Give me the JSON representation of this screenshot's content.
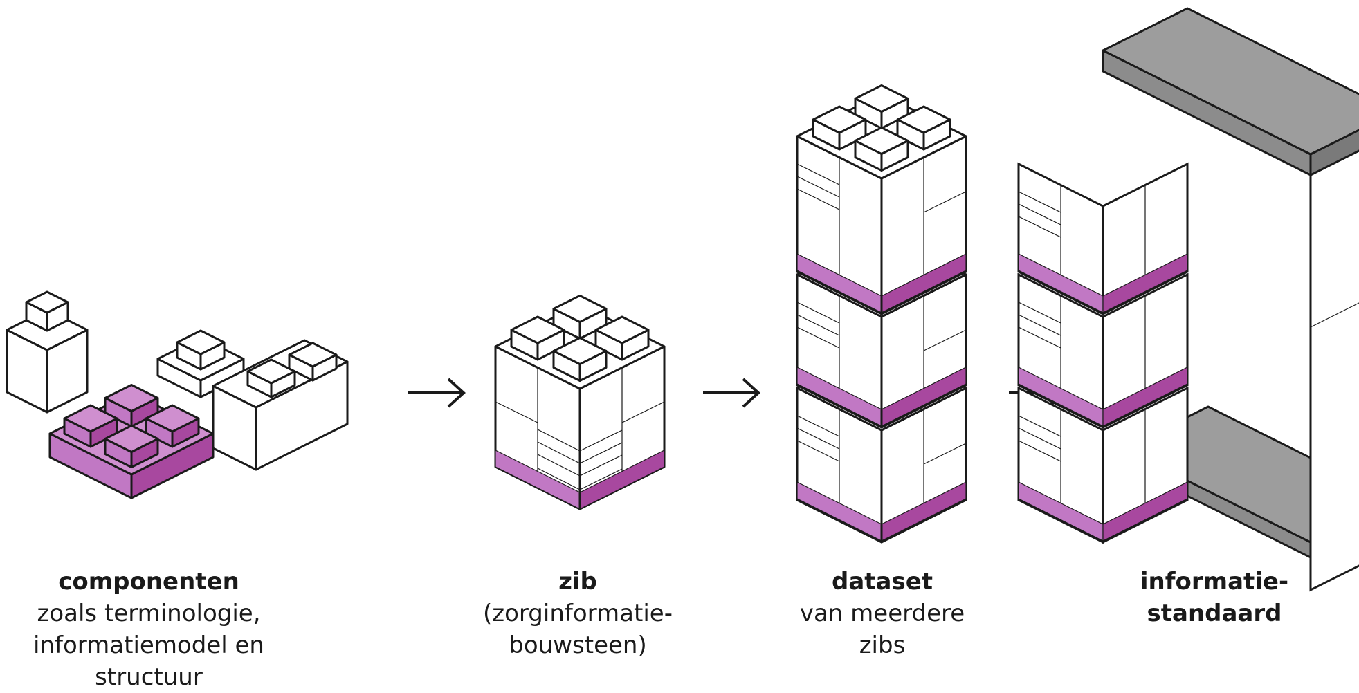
{
  "colors": {
    "stroke": "#1a1a1a",
    "face_top": "#ffffff",
    "face_left": "#ffffff",
    "face_right": "#ffffff",
    "accent_top": "#cf8fcf",
    "accent_left": "#c178c4",
    "accent_right": "#a8489f",
    "grey_top": "#9d9d9d",
    "grey_left": "#8c8c8c",
    "grey_right": "#7a7a7a"
  },
  "stages": [
    {
      "title": "componenten",
      "lines": [
        "zoals terminologie,",
        "informatiemodel en structuur"
      ]
    },
    {
      "title": "zib",
      "lines": [
        "(zorginformatie-",
        "bouwsteen)"
      ]
    },
    {
      "title": "dataset",
      "lines": [
        "van meerdere",
        "zibs"
      ]
    },
    {
      "title": "informatie-",
      "lines": [
        "standaard"
      ]
    }
  ],
  "arrow_icon": "arrow-right-icon"
}
